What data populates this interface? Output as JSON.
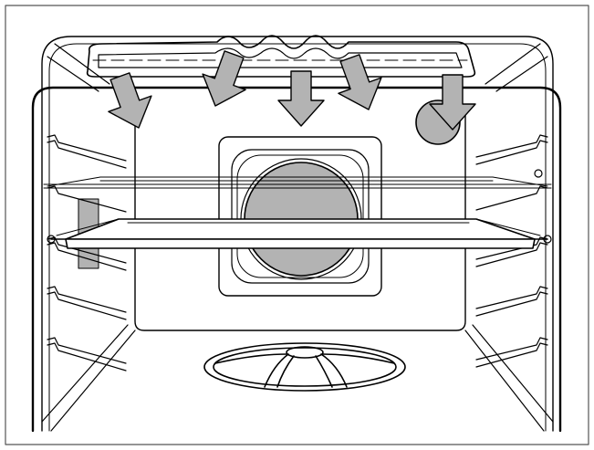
{
  "figure": {
    "subject": "oven-interior-airflow",
    "labels": []
  },
  "colors": {
    "outline": "#000000",
    "background": "#ffffff",
    "arrow_fill": "#b3b3b3",
    "fan_fill": "#b3b3b3",
    "lamp_fill": "#b3b3b3",
    "frame_border": "#555555"
  },
  "elements": {
    "heating_element": "top-heating-element",
    "airflow_arrows": [
      "arrow-1",
      "arrow-2",
      "arrow-3",
      "arrow-4",
      "arrow-5"
    ],
    "lamp": "oven-lamp",
    "fan_cover": "rear-fan-cover",
    "wire_rack": "wire-shelf",
    "baking_tray": "baking-tray",
    "bottom_element": "bottom-heating-element",
    "side_racks": [
      "left-shelf-supports",
      "right-shelf-supports"
    ]
  }
}
